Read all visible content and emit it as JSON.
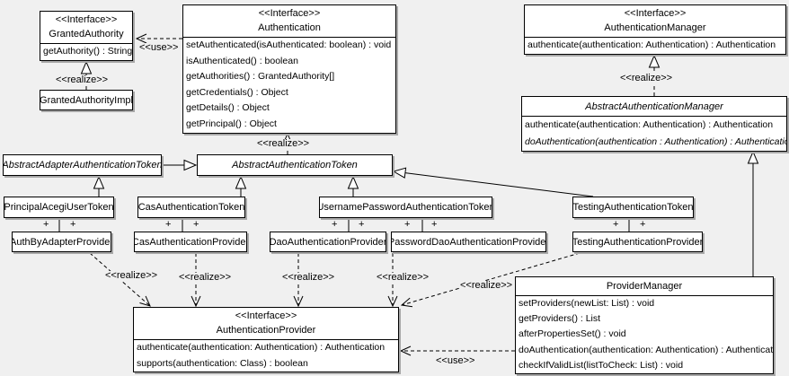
{
  "diagram_type": "uml-class-diagram",
  "colors": {
    "background": "#f0f0f0",
    "box_fill": "#ffffff",
    "line": "#000000",
    "shadow": "#a8a8a8"
  },
  "labels": {
    "use": "<<use>>",
    "realize": "<<realize>>",
    "plus": "+"
  },
  "classes": {
    "granted_authority": {
      "stereotype": "<<Interface>>",
      "name": "GrantedAuthority",
      "methods": [
        "getAuthority() : String"
      ]
    },
    "granted_authority_impl": {
      "name": "GrantedAuthorityImpl"
    },
    "authentication": {
      "stereotype": "<<Interface>>",
      "name": "Authentication",
      "methods": [
        "setAuthenticated(isAuthenticated: boolean) : void",
        "isAuthenticated() : boolean",
        "getAuthorities() : GrantedAuthority[]",
        "getCredentials() : Object",
        "getDetails() : Object",
        "getPrincipal() : Object"
      ]
    },
    "authentication_manager": {
      "stereotype": "<<Interface>>",
      "name": "AuthenticationManager",
      "methods": [
        "authenticate(authentication: Authentication) : Authentication"
      ]
    },
    "abstract_authentication_manager": {
      "name": "AbstractAuthenticationManager",
      "methods": [
        "authenticate(authentication: Authentication) : Authentication",
        "doAuthentication(authentication : Authentication) : Authentication"
      ]
    },
    "abstract_adapter_authentication_token": {
      "name": "AbstractAdapterAuthenticationToken"
    },
    "abstract_authentication_token": {
      "name": "AbstractAuthenticationToken"
    },
    "principal_acegi_user_token": {
      "name": "PrincipalAcegiUserToken"
    },
    "cas_authentication_token": {
      "name": "CasAuthenticationToken"
    },
    "username_password_authentication_token": {
      "name": "UsernamePasswordAuthenticationToken"
    },
    "testing_authentication_token": {
      "name": "TestingAuthenticationToken"
    },
    "auth_by_adapter_provider": {
      "name": "AuthByAdapterProvider"
    },
    "cas_authentication_provider": {
      "name": "CasAuthenticationProvider"
    },
    "dao_authentication_provider": {
      "name": "DaoAuthenticationProvider"
    },
    "password_dao_authentication_provider": {
      "name": "PasswordDaoAuthenticationProvider"
    },
    "testing_authentication_provider": {
      "name": "TestingAuthenticationProvider"
    },
    "authentication_provider": {
      "stereotype": "<<Interface>>",
      "name": "AuthenticationProvider",
      "methods": [
        "authenticate(authentication: Authentication) : Authentication",
        "supports(authentication: Class) : boolean"
      ]
    },
    "provider_manager": {
      "name": "ProviderManager",
      "methods": [
        "setProviders(newList: List) : void",
        "getProviders() : List",
        "afterPropertiesSet() : void",
        "doAuthentication(authentication: Authentication) : Authentication",
        "checkIfValidList(listToCheck: List) : void"
      ]
    }
  }
}
